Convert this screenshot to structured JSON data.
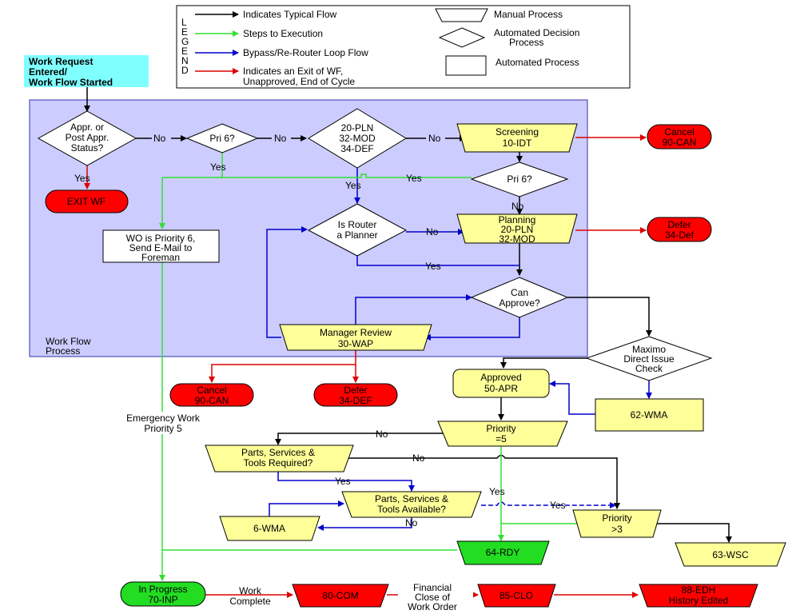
{
  "colors": {
    "black": "#000000",
    "green": "#33dd33",
    "blue": "#0000cc",
    "red": "#dd0000",
    "yellow_fill": "#ffff99",
    "red_fill": "#ff0000",
    "green_fill": "#22dd22",
    "cyan_fill": "#80ffff",
    "region_fill": "#ccccff",
    "region_stroke": "#3333aa"
  },
  "legend": {
    "side_letters": [
      "L",
      "E",
      "G",
      "E",
      "N",
      "D"
    ],
    "typical_flow": "Indicates Typical Flow",
    "steps_execution": "Steps to Execution",
    "bypass": "Bypass/Re-Router Loop Flow",
    "exit_line1": "Indicates an Exit of WF,",
    "exit_line2": "Unapproved, End of Cycle",
    "manual_process": "Manual Process",
    "auto_decision_1": "Automated Decision",
    "auto_decision_2": "Process",
    "auto_process": "Automated Process"
  },
  "region": {
    "label_1": "Work Flow",
    "label_2": "Process"
  },
  "nodes": {
    "start": [
      "Work Request",
      "Entered/",
      "Work Flow Started"
    ],
    "appr_status": [
      "Appr. or",
      "Post Appr.",
      "Status?"
    ],
    "pri6_a": [
      "Pri 6?"
    ],
    "pln_mod_def": [
      "20-PLN",
      "32-MOD",
      "34-DEF"
    ],
    "screening": [
      "Screening",
      "10-IDT"
    ],
    "cancel_top": [
      "Cancel",
      "90-CAN"
    ],
    "exit_wf": [
      "EXIT WF"
    ],
    "pri6_b": [
      "Pri 6?"
    ],
    "wo_priority6": [
      "WO is Priority 6,",
      "Send E-Mail to",
      "Foreman"
    ],
    "is_router": [
      "Is Router",
      "a Planner"
    ],
    "planning": [
      "Planning",
      "20-PLN",
      "32-MOD"
    ],
    "defer_right": [
      "Defer",
      "34-Def"
    ],
    "can_approve": [
      "Can",
      "Approve?"
    ],
    "manager_review": [
      "Manager Review",
      "30-WAP"
    ],
    "maximo_check": [
      "Maximo",
      "Direct Issue",
      "Check"
    ],
    "cancel_bottom": [
      "Cancel",
      "90-CAN"
    ],
    "defer_bottom": [
      "Defer",
      "34-DEF"
    ],
    "approved": [
      "Approved",
      "50-APR"
    ],
    "wma62": [
      "62-WMA"
    ],
    "priority5": [
      "Priority",
      "=5"
    ],
    "parts_required": [
      "Parts, Services &",
      "Tools Required?"
    ],
    "parts_available": [
      "Parts, Services &",
      "Tools Available?"
    ],
    "wma6": [
      "6-WMA"
    ],
    "priority3": [
      "Priority",
      ">3"
    ],
    "rdy64": [
      "64-RDY"
    ],
    "wsc63": [
      "63-WSC"
    ],
    "inp70": [
      "In Progress",
      "70-INP"
    ],
    "com80": [
      "80-COM"
    ],
    "clo85": [
      "85-CLO"
    ],
    "edh88": [
      "88-EDH",
      "History Edited"
    ]
  },
  "edge_labels": {
    "no": "No",
    "yes": "Yes",
    "emergency_1": "Emergency Work",
    "emergency_2": "Priority 5",
    "work_complete_1": "Work",
    "work_complete_2": "Complete",
    "financial_1": "Financial",
    "financial_2": "Close of",
    "financial_3": "Work Order"
  }
}
